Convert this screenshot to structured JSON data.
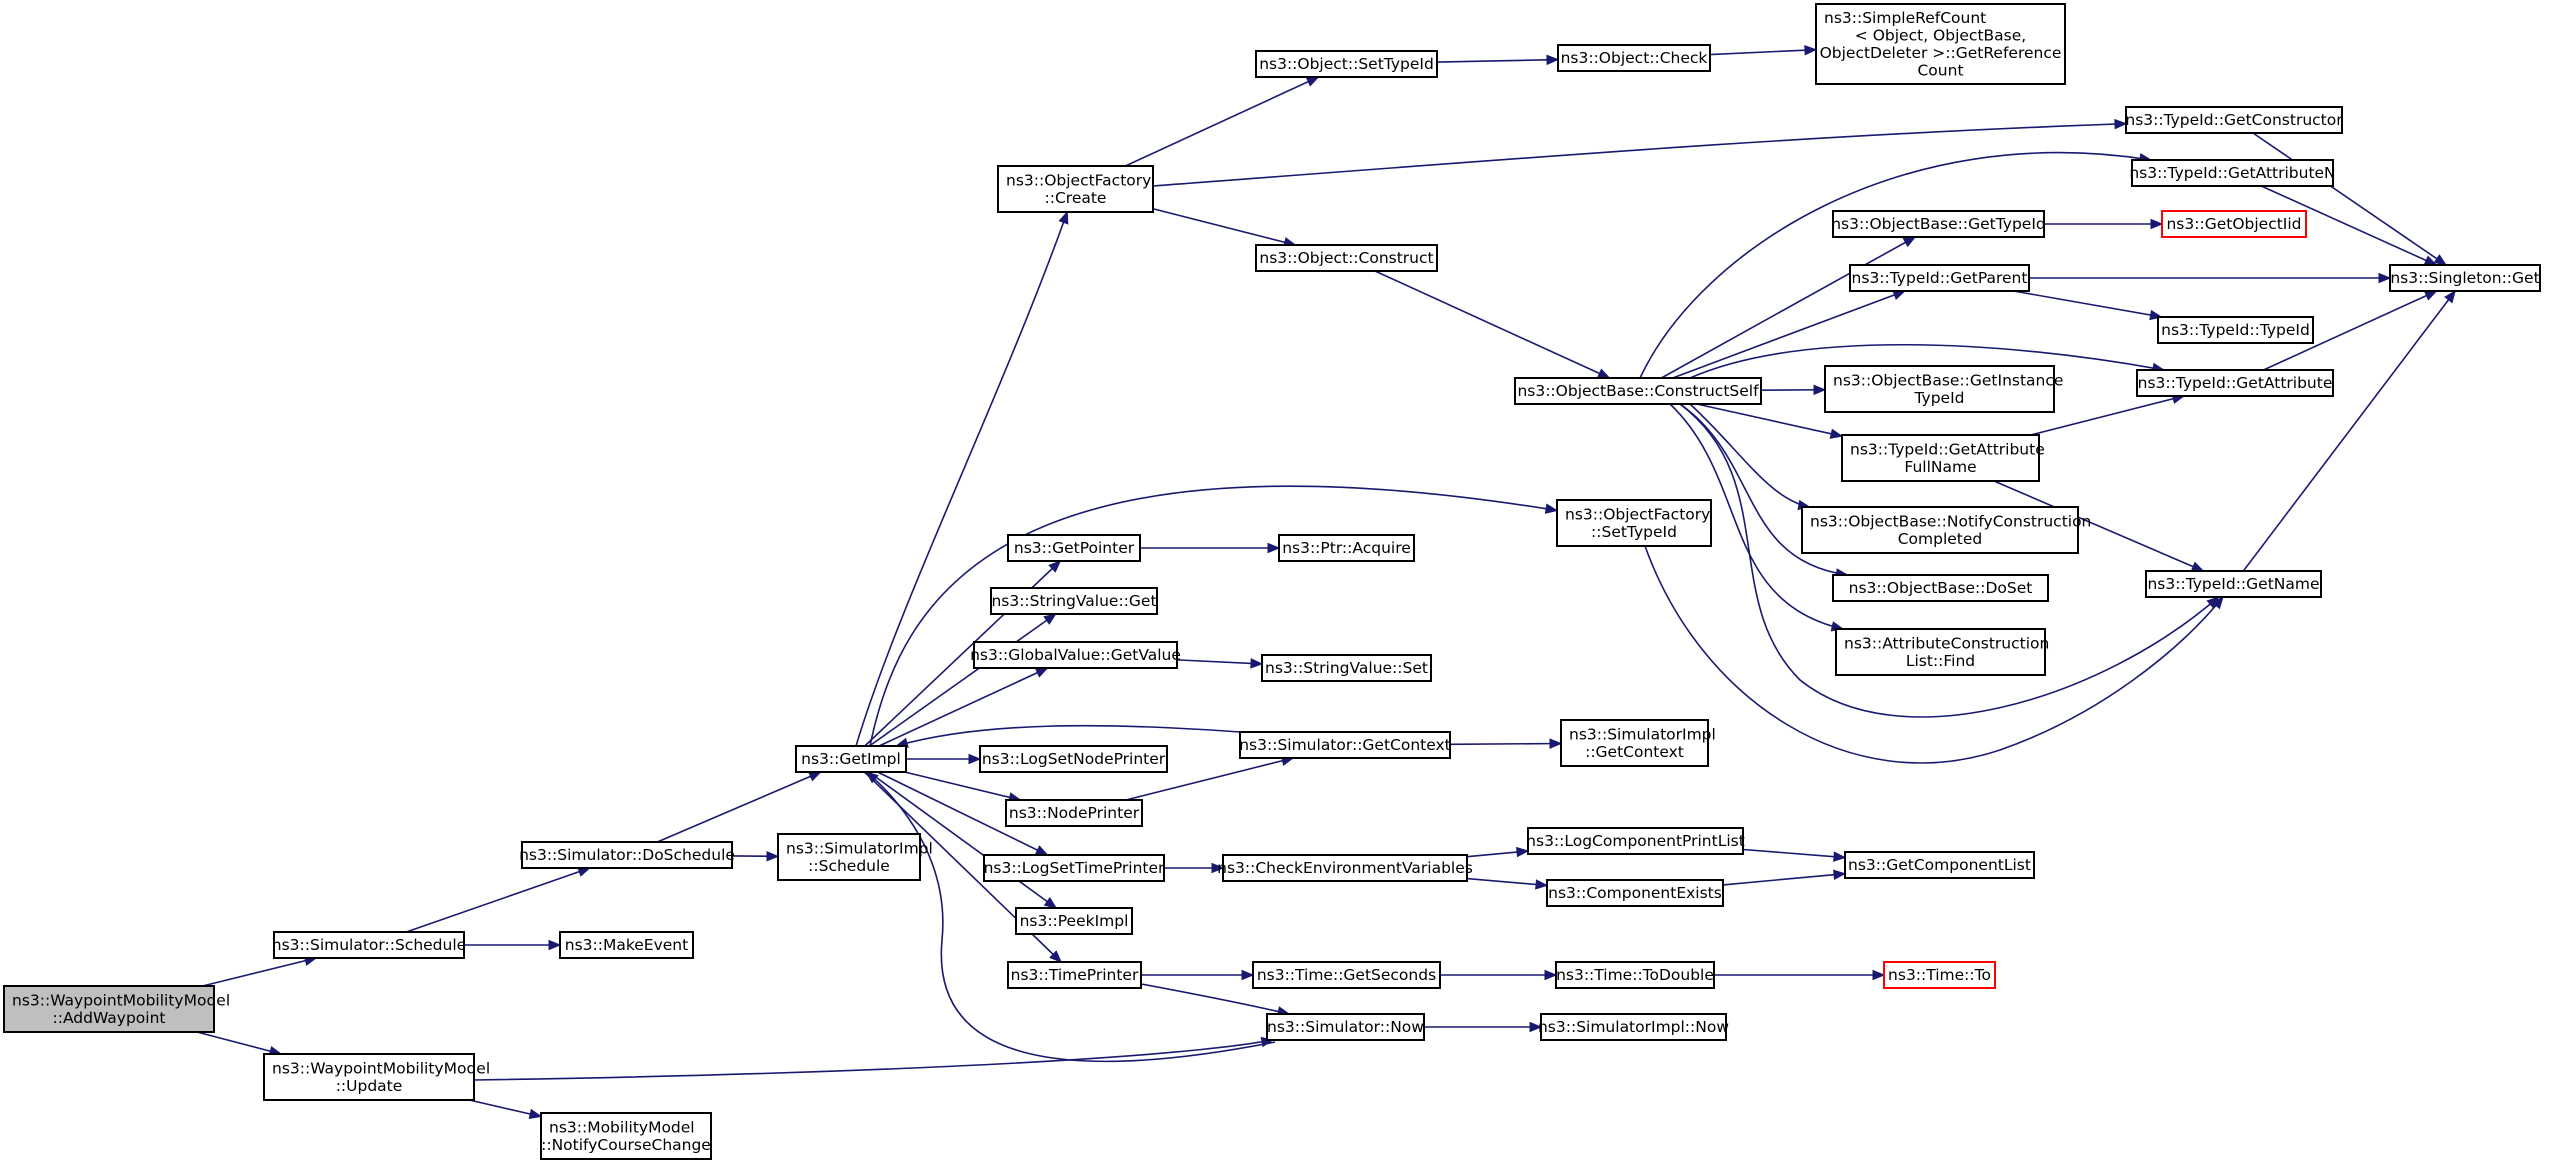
{
  "diagram": {
    "colors": {
      "edge": "#191970",
      "node_border": "#000000",
      "root_fill": "#bfbfbf",
      "undocumented_border": "#ff0000",
      "node_fill": "#ffffff"
    },
    "nodes": [
      {
        "id": "add_waypoint",
        "lines": [
          "ns3::WaypointMobilityModel",
          "::AddWaypoint"
        ],
        "root": true
      },
      {
        "id": "sim_schedule",
        "lines": [
          "ns3::Simulator::Schedule"
        ]
      },
      {
        "id": "wmm_update",
        "lines": [
          "ns3::WaypointMobilityModel",
          "::Update"
        ]
      },
      {
        "id": "sim_doschedule",
        "lines": [
          "ns3::Simulator::DoSchedule"
        ]
      },
      {
        "id": "make_event",
        "lines": [
          "ns3::MakeEvent"
        ]
      },
      {
        "id": "sim_now",
        "lines": [
          "ns3::Simulator::Now"
        ]
      },
      {
        "id": "mm_notify",
        "lines": [
          "ns3::MobilityModel",
          "::NotifyCourseChange"
        ]
      },
      {
        "id": "get_impl",
        "lines": [
          "ns3::GetImpl"
        ]
      },
      {
        "id": "simimpl_schedule",
        "lines": [
          "ns3::SimulatorImpl",
          "::Schedule"
        ]
      },
      {
        "id": "of_create",
        "lines": [
          "ns3::ObjectFactory",
          "::Create"
        ]
      },
      {
        "id": "get_pointer",
        "lines": [
          "ns3::GetPointer"
        ]
      },
      {
        "id": "sv_get",
        "lines": [
          "ns3::StringValue::Get"
        ]
      },
      {
        "id": "gv_getvalue",
        "lines": [
          "ns3::GlobalValue::GetValue"
        ]
      },
      {
        "id": "sim_getcontext",
        "lines": [
          "ns3::Simulator::GetContext"
        ]
      },
      {
        "id": "log_set_node",
        "lines": [
          "ns3::LogSetNodePrinter"
        ]
      },
      {
        "id": "node_printer",
        "lines": [
          "ns3::NodePrinter"
        ]
      },
      {
        "id": "log_set_time",
        "lines": [
          "ns3::LogSetTimePrinter"
        ]
      },
      {
        "id": "peek_impl",
        "lines": [
          "ns3::PeekImpl"
        ]
      },
      {
        "id": "time_printer",
        "lines": [
          "ns3::TimePrinter"
        ]
      },
      {
        "id": "of_settypeid",
        "lines": [
          "ns3::ObjectFactory",
          "::SetTypeId"
        ]
      },
      {
        "id": "obj_settypeid",
        "lines": [
          "ns3::Object::SetTypeId"
        ]
      },
      {
        "id": "obj_construct",
        "lines": [
          "ns3::Object::Construct"
        ]
      },
      {
        "id": "typeid_getconstructor",
        "lines": [
          "ns3::TypeId::GetConstructor"
        ]
      },
      {
        "id": "typeid_getattributen",
        "lines": [
          "ns3::TypeId::GetAttributeN"
        ]
      },
      {
        "id": "obj_check",
        "lines": [
          "ns3::Object::Check"
        ]
      },
      {
        "id": "simplerefcount",
        "lines": [
          "ns3::SimpleRefCount",
          "< Object, ObjectBase,",
          " ObjectDeleter >::GetReference",
          "Count"
        ]
      },
      {
        "id": "ob_constructself",
        "lines": [
          "ns3::ObjectBase::ConstructSelf"
        ]
      },
      {
        "id": "ptr_acquire",
        "lines": [
          "ns3::Ptr::Acquire"
        ]
      },
      {
        "id": "sv_set",
        "lines": [
          "ns3::StringValue::Set"
        ]
      },
      {
        "id": "simimpl_getcontext",
        "lines": [
          "ns3::SimulatorImpl",
          "::GetContext"
        ]
      },
      {
        "id": "check_env",
        "lines": [
          "ns3::CheckEnvironmentVariables"
        ]
      },
      {
        "id": "time_getseconds",
        "lines": [
          "ns3::Time::GetSeconds"
        ]
      },
      {
        "id": "simimpl_now",
        "lines": [
          "ns3::SimulatorImpl::Now"
        ]
      },
      {
        "id": "ob_gettypeid",
        "lines": [
          "ns3::ObjectBase::GetTypeId"
        ]
      },
      {
        "id": "typeid_getparent",
        "lines": [
          "ns3::TypeId::GetParent"
        ]
      },
      {
        "id": "ob_getinstance",
        "lines": [
          "ns3::ObjectBase::GetInstance",
          "TypeId"
        ]
      },
      {
        "id": "typeid_getattrfull",
        "lines": [
          "ns3::TypeId::GetAttribute",
          "FullName"
        ]
      },
      {
        "id": "ob_notify",
        "lines": [
          "ns3::ObjectBase::NotifyConstruction",
          "Completed"
        ]
      },
      {
        "id": "ob_doset",
        "lines": [
          "ns3::ObjectBase::DoSet"
        ]
      },
      {
        "id": "attr_find",
        "lines": [
          "ns3::AttributeConstruction",
          "List::Find"
        ]
      },
      {
        "id": "log_comp_print",
        "lines": [
          "ns3::LogComponentPrintList"
        ]
      },
      {
        "id": "comp_exists",
        "lines": [
          "ns3::ComponentExists"
        ]
      },
      {
        "id": "time_todouble",
        "lines": [
          "ns3::Time::ToDouble"
        ]
      },
      {
        "id": "get_objectiid",
        "lines": [
          "ns3::GetObjectIid"
        ],
        "undocumented": true
      },
      {
        "id": "typeid_typeid",
        "lines": [
          "ns3::TypeId::TypeId"
        ]
      },
      {
        "id": "typeid_getattribute",
        "lines": [
          "ns3::TypeId::GetAttribute"
        ]
      },
      {
        "id": "typeid_getname",
        "lines": [
          "ns3::TypeId::GetName"
        ]
      },
      {
        "id": "get_comp_list",
        "lines": [
          "ns3::GetComponentList"
        ]
      },
      {
        "id": "time_to",
        "lines": [
          "ns3::Time::To"
        ],
        "undocumented": true
      },
      {
        "id": "singleton_get",
        "lines": [
          "ns3::Singleton::Get"
        ]
      }
    ],
    "edges": [
      [
        "add_waypoint",
        "sim_schedule"
      ],
      [
        "add_waypoint",
        "wmm_update"
      ],
      [
        "sim_schedule",
        "sim_doschedule"
      ],
      [
        "sim_schedule",
        "make_event"
      ],
      [
        "wmm_update",
        "sim_now"
      ],
      [
        "wmm_update",
        "mm_notify"
      ],
      [
        "sim_doschedule",
        "get_impl"
      ],
      [
        "sim_doschedule",
        "simimpl_schedule"
      ],
      [
        "sim_now",
        "get_impl"
      ],
      [
        "sim_now",
        "simimpl_now"
      ],
      [
        "get_impl",
        "of_create"
      ],
      [
        "get_impl",
        "of_settypeid"
      ],
      [
        "get_impl",
        "get_pointer"
      ],
      [
        "get_impl",
        "sv_get"
      ],
      [
        "get_impl",
        "gv_getvalue"
      ],
      [
        "get_impl",
        "log_set_node"
      ],
      [
        "get_impl",
        "node_printer"
      ],
      [
        "get_impl",
        "log_set_time"
      ],
      [
        "get_impl",
        "peek_impl"
      ],
      [
        "get_impl",
        "time_printer"
      ],
      [
        "sim_getcontext",
        "get_impl"
      ],
      [
        "sim_getcontext",
        "simimpl_getcontext"
      ],
      [
        "node_printer",
        "sim_getcontext"
      ],
      [
        "log_set_time",
        "check_env"
      ],
      [
        "time_printer",
        "time_getseconds"
      ],
      [
        "time_printer",
        "sim_now"
      ],
      [
        "of_create",
        "obj_settypeid"
      ],
      [
        "of_create",
        "obj_construct"
      ],
      [
        "of_create",
        "typeid_getconstructor"
      ],
      [
        "obj_settypeid",
        "obj_check"
      ],
      [
        "obj_check",
        "simplerefcount"
      ],
      [
        "obj_construct",
        "ob_constructself"
      ],
      [
        "of_settypeid",
        "typeid_getname"
      ],
      [
        "get_pointer",
        "ptr_acquire"
      ],
      [
        "gv_getvalue",
        "sv_set"
      ],
      [
        "check_env",
        "log_comp_print"
      ],
      [
        "check_env",
        "comp_exists"
      ],
      [
        "log_comp_print",
        "get_comp_list"
      ],
      [
        "comp_exists",
        "get_comp_list"
      ],
      [
        "time_getseconds",
        "time_todouble"
      ],
      [
        "time_todouble",
        "time_to"
      ],
      [
        "ob_constructself",
        "typeid_getattributen"
      ],
      [
        "ob_constructself",
        "ob_gettypeid"
      ],
      [
        "ob_constructself",
        "typeid_getparent"
      ],
      [
        "ob_constructself",
        "typeid_getattribute"
      ],
      [
        "ob_constructself",
        "ob_getinstance"
      ],
      [
        "ob_constructself",
        "typeid_getattrfull"
      ],
      [
        "ob_constructself",
        "ob_notify"
      ],
      [
        "ob_constructself",
        "ob_doset"
      ],
      [
        "ob_constructself",
        "attr_find"
      ],
      [
        "ob_constructself",
        "typeid_getname"
      ],
      [
        "ob_gettypeid",
        "get_objectiid"
      ],
      [
        "typeid_getparent",
        "singleton_get"
      ],
      [
        "typeid_getparent",
        "typeid_typeid"
      ],
      [
        "typeid_getattrfull",
        "typeid_getattribute"
      ],
      [
        "typeid_getattrfull",
        "typeid_getname"
      ],
      [
        "typeid_getconstructor",
        "singleton_get"
      ],
      [
        "typeid_getattributen",
        "singleton_get"
      ],
      [
        "typeid_getattribute",
        "singleton_get"
      ],
      [
        "typeid_getname",
        "singleton_get"
      ]
    ]
  }
}
